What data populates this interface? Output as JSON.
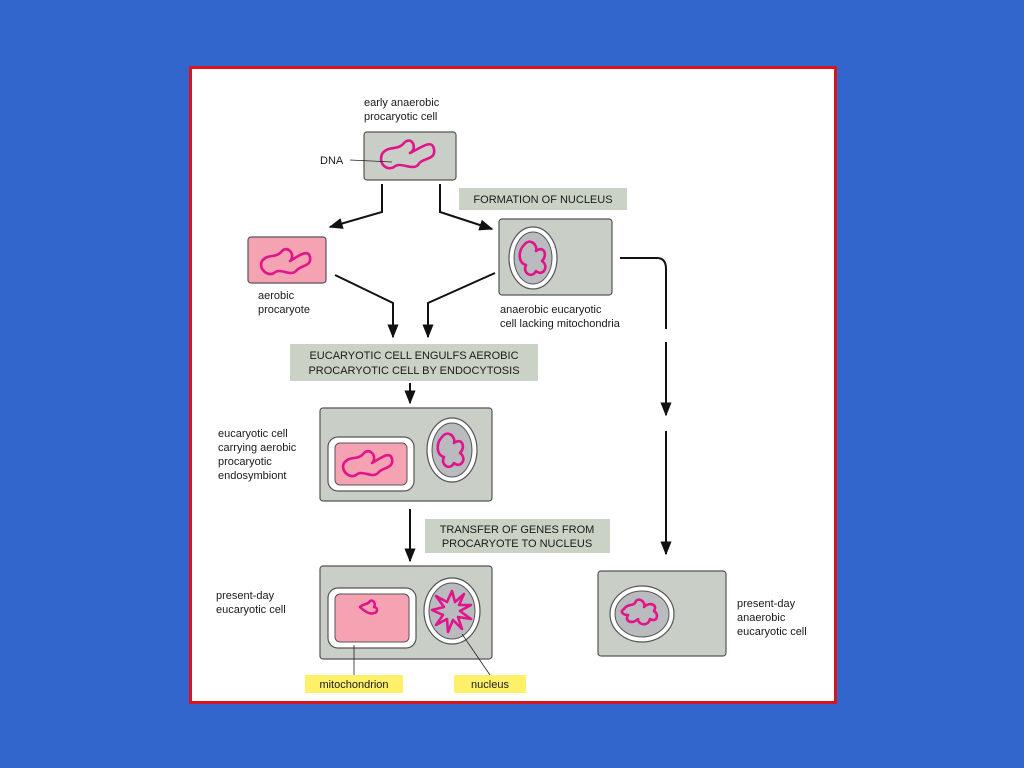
{
  "colors": {
    "background": "#3366cc",
    "frame": "#d8141d",
    "cell_fill": "#c9cec7",
    "procaryote_fill": "#f5a3b2",
    "dna": "#e0158b",
    "step_box": "#c9d2c5",
    "label_highlight": "#fff06a"
  },
  "labels": {
    "early_cell": [
      "early anaerobic",
      "procaryotic cell"
    ],
    "dna": "DNA",
    "aerobic_procaryote": [
      "aerobic",
      "procaryote"
    ],
    "anaerobic_eucaryote": [
      "anaerobic eucaryotic",
      "cell lacking mitochondria"
    ],
    "eucaryote_with_endosymbiont": [
      "eucaryotic cell",
      "carrying aerobic",
      "procaryotic",
      "endosymbiont"
    ],
    "present_day_eucaryote": [
      "present-day",
      "eucaryotic cell"
    ],
    "present_day_anaerobic": [
      "present-day",
      "anaerobic",
      "eucaryotic cell"
    ],
    "mitochondrion": "mitochondrion",
    "nucleus": "nucleus"
  },
  "steps": {
    "formation_of_nucleus": [
      "FORMATION OF NUCLEUS"
    ],
    "engulfs": [
      "EUCARYOTIC CELL ENGULFS AEROBIC",
      "PROCARYOTIC CELL BY ENDOCYTOSIS"
    ],
    "transfer": [
      "TRANSFER OF GENES FROM",
      "PROCARYOTE TO NUCLEUS"
    ]
  },
  "icons": {
    "dna": "squiggle-loop",
    "nucleus": "rounded-double-membrane",
    "arrow": "down-arrow"
  }
}
